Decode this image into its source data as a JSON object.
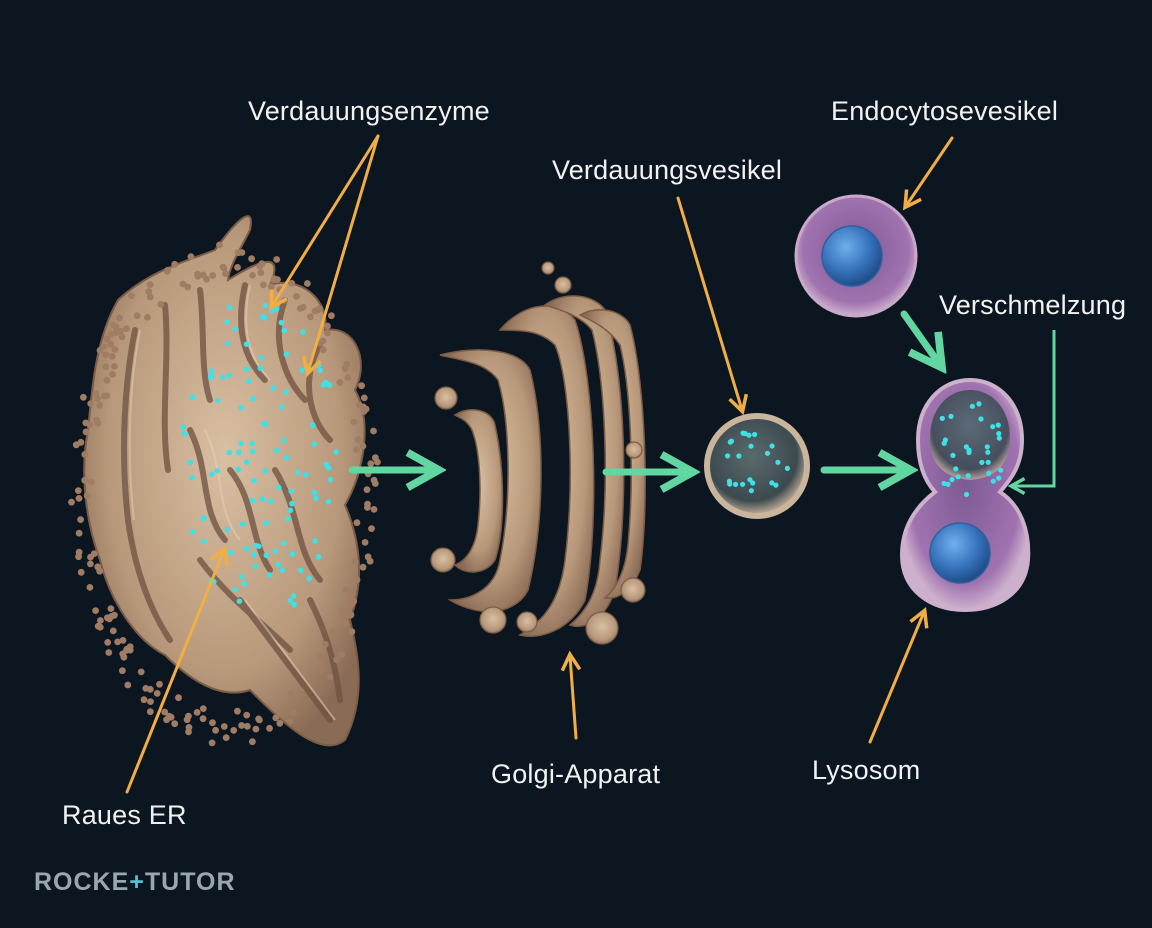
{
  "labels": {
    "digestive_enzymes": "Verdauungsenzyme",
    "endocytosis_vesicle": "Endocytosevesikel",
    "digestive_vesicle": "Verdauungsvesikel",
    "fusion": "Verschmelzung",
    "golgi": "Golgi-Apparat",
    "lysosome": "Lysosom",
    "rough_er": "Raues ER"
  },
  "logo": {
    "left": "ROCKE",
    "mark": "+",
    "right": "TUTOR"
  },
  "colors": {
    "background": "#0b1621",
    "annotation_arrow": "#f0ae45",
    "flow_arrow": "#62d6a0",
    "membrane": "#c6a98c",
    "enzyme_dot": "#3fe0e6",
    "vesicle_purple": "#9a67a6",
    "content_blue": "#3d7fc8"
  }
}
